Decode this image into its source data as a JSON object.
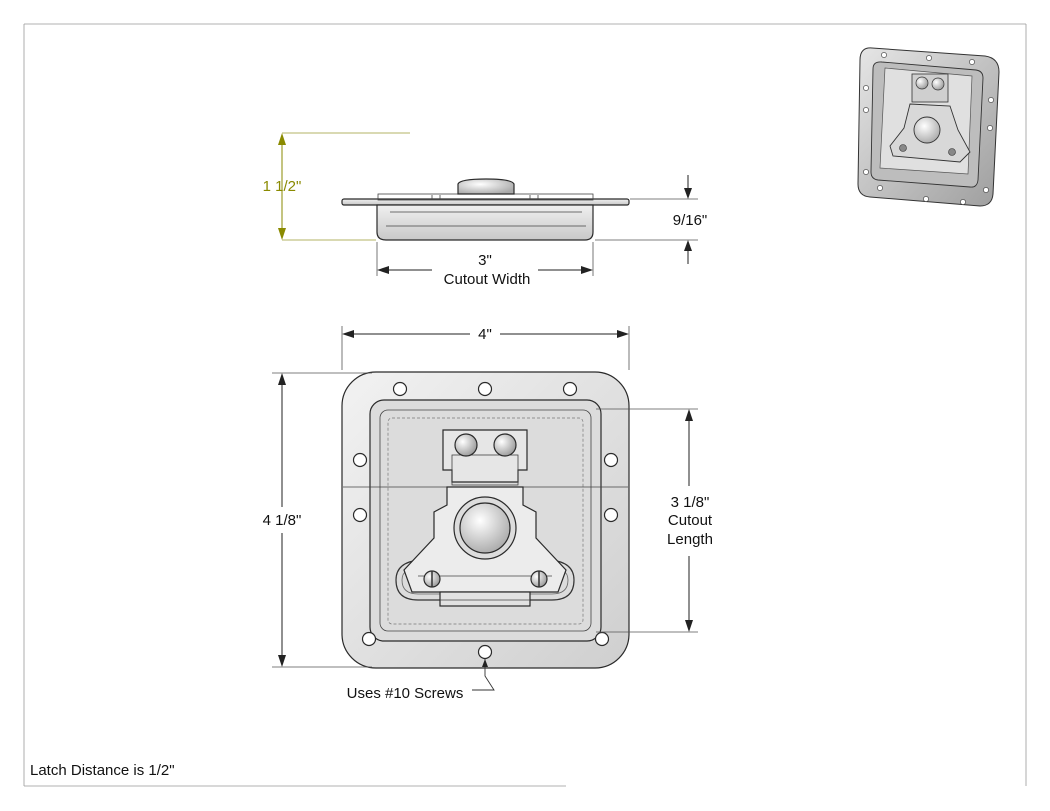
{
  "dimensions": {
    "height": "1 1/2\"",
    "depth": "9/16\"",
    "cutout_width_value": "3\"",
    "cutout_width_label": "Cutout Width",
    "overall_width": "4\"",
    "overall_length": "4 1/8\"",
    "cutout_length_value": "3 1/8\"",
    "cutout_length_label_1": "Cutout",
    "cutout_length_label_2": "Length"
  },
  "notes": {
    "screws": "Uses #10 Screws",
    "latch_distance": "Latch Distance is 1/2\""
  },
  "colors": {
    "height_dimension": "#8a8a00",
    "dimension": "#222222"
  }
}
